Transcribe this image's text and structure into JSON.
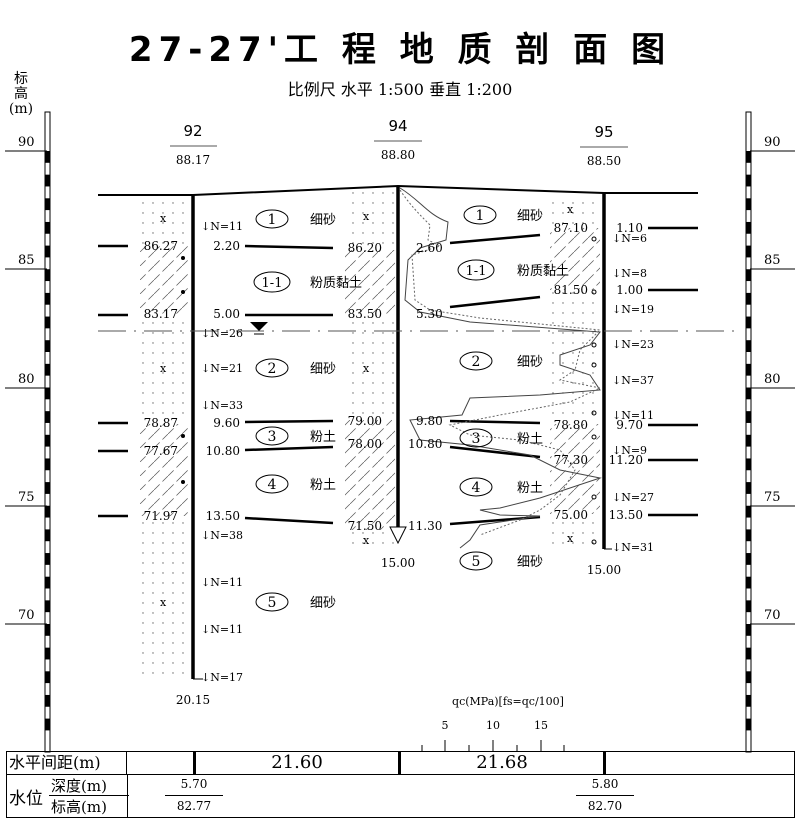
{
  "title": "27-27'工 程 地 质 剖 面 图",
  "scale_text": "比例尺  水平  1:500     垂直 1:200",
  "elevation_axis": {
    "label_lines": [
      "标",
      "高",
      "(m)"
    ],
    "ticks": [
      90,
      85,
      80,
      75,
      70
    ],
    "tick_labels": [
      "90",
      "85",
      "80",
      "75",
      "70"
    ]
  },
  "boreholes": [
    {
      "id": "92",
      "surface_elev": "88.17",
      "bottom_depth": "20.15",
      "layer_tops": [
        {
          "elev": "86.27",
          "depth": "2.20"
        },
        {
          "elev": "83.17",
          "depth": "5.00"
        },
        {
          "elev": "78.87",
          "depth": "9.60"
        },
        {
          "elev": "77.67",
          "depth": "10.80"
        },
        {
          "elev": "71.97",
          "depth": "13.50"
        }
      ],
      "spt": [
        "↓N=11",
        "↓N=26",
        "↓N=21",
        "↓N=33",
        "↓N=38",
        "↓N=11",
        "↓N=11",
        "↓N=17"
      ]
    },
    {
      "id": "94",
      "surface_elev": "88.80",
      "bottom_depth": "15.00",
      "layer_tops": [
        {
          "elev": "86.20",
          "depth": "2.60"
        },
        {
          "elev": "83.50",
          "depth": "5.30"
        },
        {
          "elev": "79.00",
          "depth": "9.80"
        },
        {
          "elev": "78.00",
          "depth": "10.80"
        },
        {
          "elev": "71.50",
          "depth": "11.30"
        }
      ],
      "spt": []
    },
    {
      "id": "95",
      "surface_elev": "88.50",
      "bottom_depth": "15.00",
      "layer_tops": [
        {
          "elev": "87.10",
          "depth": "1.10"
        },
        {
          "elev": "81.50",
          "depth": "1.00"
        },
        {
          "elev": "78.80",
          "depth": "9.70"
        },
        {
          "elev": "77.30",
          "depth": "11.20"
        },
        {
          "elev": "75.00",
          "depth": "13.50"
        }
      ],
      "spt": [
        "↓N=6",
        "↓N=8",
        "↓N=19",
        "↓N=23",
        "↓N=37",
        "↓N=11",
        "↓N=9",
        "↓N=27",
        "↓N=31"
      ]
    }
  ],
  "layers": [
    {
      "number": "1",
      "name": "细砂"
    },
    {
      "number": "1-1",
      "name": "粉质黏土"
    },
    {
      "number": "2",
      "name": "细砂"
    },
    {
      "number": "3",
      "name": "粉土"
    },
    {
      "number": "4",
      "name": "粉土"
    },
    {
      "number": "5",
      "name": "细砂"
    }
  ],
  "cpt_scale": {
    "label": "qc(MPa)[fs=qc/100]",
    "tick_labels": [
      "5",
      "10",
      "15"
    ]
  },
  "bottom_table": {
    "spacing_label": "水平间距(m)",
    "spacings": [
      "21.60",
      "21.68"
    ],
    "water_label": "水位",
    "depth_label": "深度(m)",
    "elev_label": "标高(m)",
    "water_levels": [
      {
        "depth": "5.70",
        "elev": "82.77"
      },
      {
        "depth": "5.80",
        "elev": "82.70"
      }
    ]
  },
  "colors": {
    "line": "#000000",
    "grid": "#555555",
    "background": "#ffffff"
  }
}
